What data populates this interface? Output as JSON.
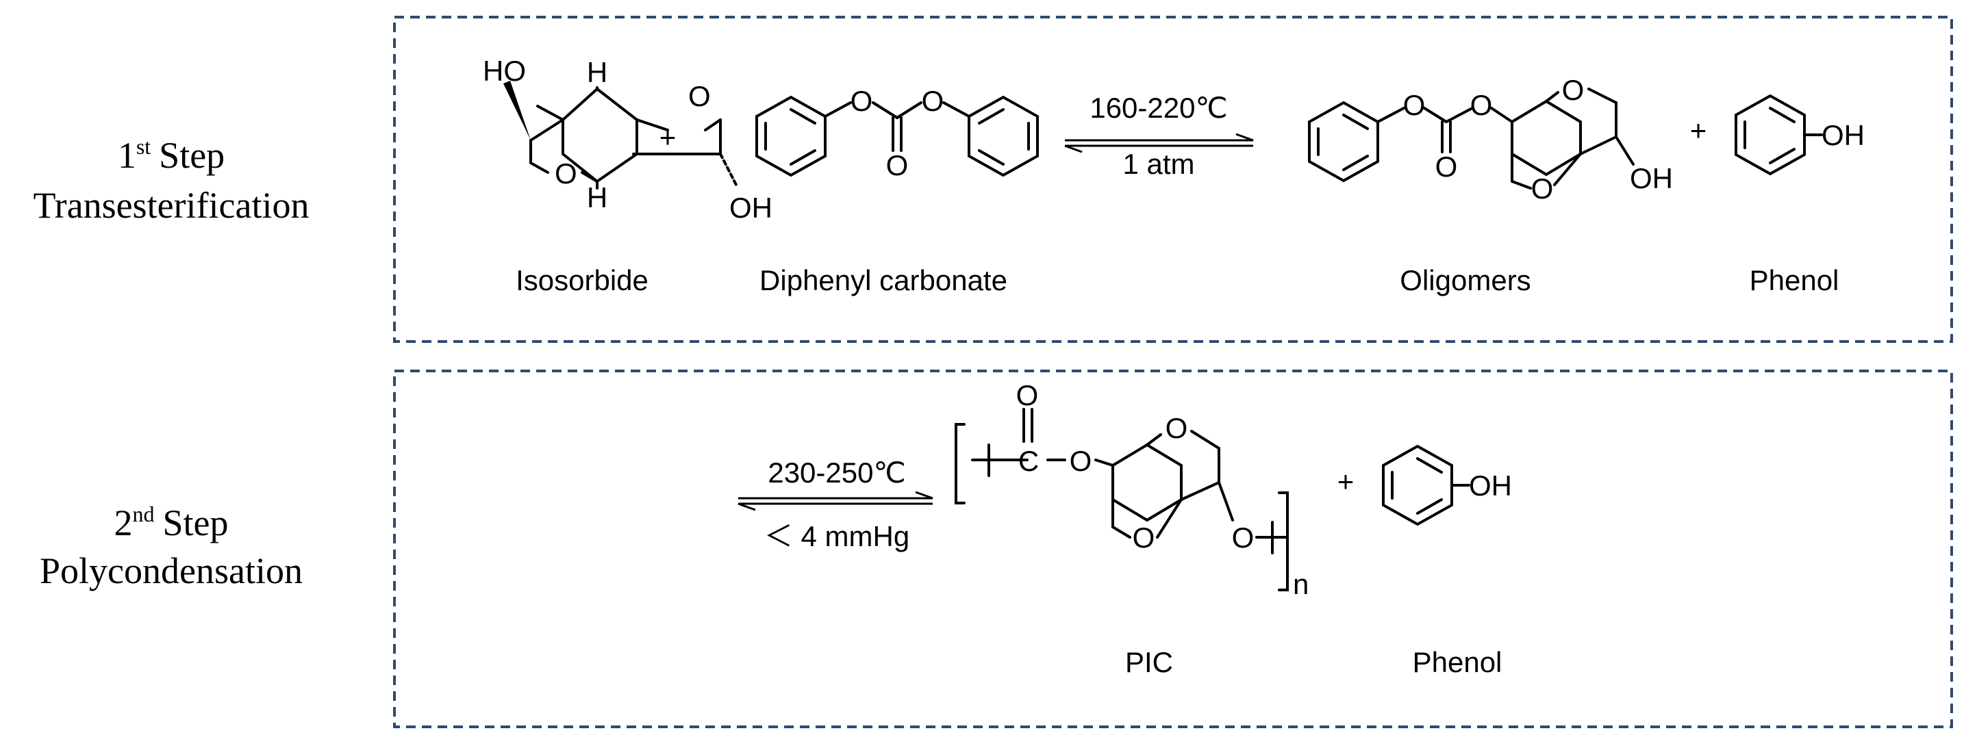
{
  "step1": {
    "title": {
      "ordinal": "1",
      "sup": "st",
      "word": "Step",
      "subtitle": "Transesterification"
    },
    "reactants": [
      {
        "name": "Isosorbide"
      },
      {
        "name": "Diphenyl carbonate"
      }
    ],
    "products": [
      {
        "name": "Oligomers"
      },
      {
        "name": "Phenol"
      }
    ],
    "plus": "+",
    "conditions": {
      "top": "160-220℃",
      "bottom": "1 atm"
    },
    "atoms": {
      "ho": "HO",
      "oh": "OH",
      "o": "O",
      "h": "H"
    }
  },
  "step2": {
    "title": {
      "ordinal": "2",
      "sup": "nd",
      "word": "Step",
      "subtitle": "Polycondensation"
    },
    "products": [
      {
        "name": "PIC"
      },
      {
        "name": "Phenol"
      }
    ],
    "plus": "+",
    "conditions": {
      "top": "230-250℃",
      "bottom": "＜ 4 mmHg"
    },
    "atoms": {
      "oh": "OH",
      "o": "O",
      "c": "C",
      "n": "n"
    }
  },
  "colors": {
    "box_border": "#2f4a6e",
    "ink": "#000000"
  }
}
